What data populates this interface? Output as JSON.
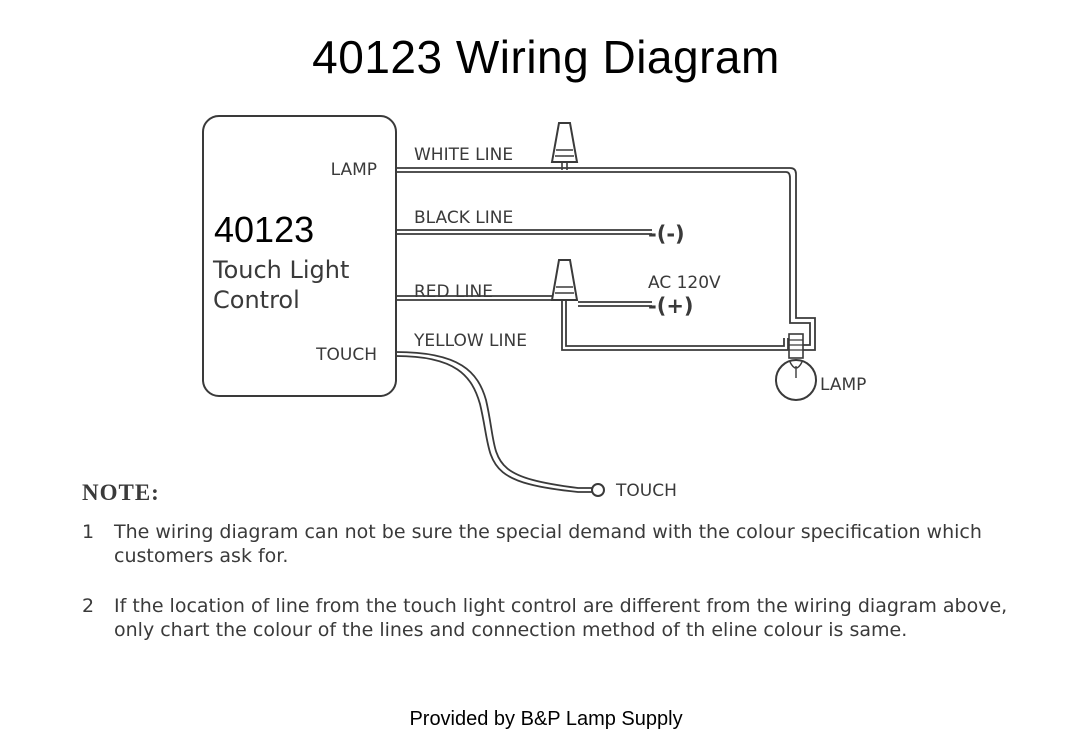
{
  "title": "40123 Wiring Diagram",
  "control": {
    "model": "40123",
    "name_line1": "Touch Light",
    "name_line2": "Control",
    "port_lamp": "LAMP",
    "port_touch": "TOUCH"
  },
  "wires": {
    "white": "WHITE LINE",
    "black": "BLACK LINE",
    "red": "RED LINE",
    "yellow": "YELLOW LINE"
  },
  "terminals": {
    "negative": "-(-)",
    "positive": "-(+)",
    "supply": "AC 120V",
    "lamp": "LAMP",
    "touch": "TOUCH"
  },
  "note": {
    "heading": "NOTE:",
    "items": [
      {
        "number": "1",
        "text": "The wiring diagram can not be sure the special demand with the colour specification which customers ask for."
      },
      {
        "number": "2",
        "text": "If the location of line from the touch light control are different from the wiring diagram above, only chart the colour of the lines and connection method of th eline colour is same."
      }
    ]
  },
  "footer": "Provided by B&P Lamp Supply",
  "colors": {
    "ink": "#3a3a3a",
    "text": "#000000",
    "background": "#ffffff"
  }
}
